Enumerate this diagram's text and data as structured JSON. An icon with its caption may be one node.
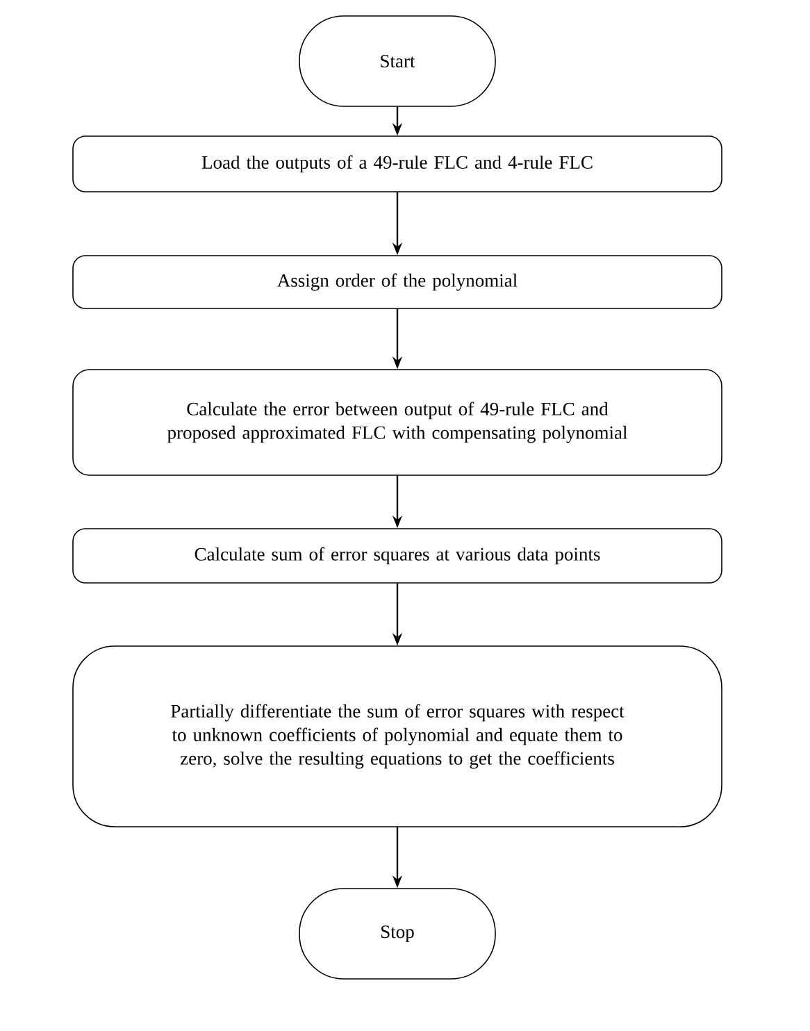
{
  "diagram": {
    "nodes": [
      {
        "text": [
          "Start"
        ]
      },
      {
        "text": [
          "Load the outputs of a 49-rule FLC and 4-rule FLC"
        ]
      },
      {
        "text": [
          "Assign order of the polynomial"
        ]
      },
      {
        "text": [
          "Calculate the error between output of 49-rule FLC and proposed approximated FLC with compensating polynomial"
        ]
      },
      {
        "text": [
          "Calculate sum of error squares at various data points"
        ]
      },
      {
        "text": [
          "Partially differentiate the sum of error squares with respect to unknown coefficients of polynomial and equate them to zero, solve the resulting equations to get the coefficients"
        ]
      },
      {
        "text": [
          "Stop"
        ]
      }
    ],
    "edges": [
      {
        "from": 0,
        "to": 1,
        "arrow": "to"
      },
      {
        "from": 1,
        "to": 2,
        "arrow": "to"
      },
      {
        "from": 2,
        "to": 3,
        "arrow": "to"
      },
      {
        "from": 3,
        "to": 4,
        "arrow": "to"
      },
      {
        "from": 4,
        "to": 5,
        "arrow": "to"
      },
      {
        "from": 5,
        "to": 6,
        "arrow": "to"
      }
    ]
  }
}
